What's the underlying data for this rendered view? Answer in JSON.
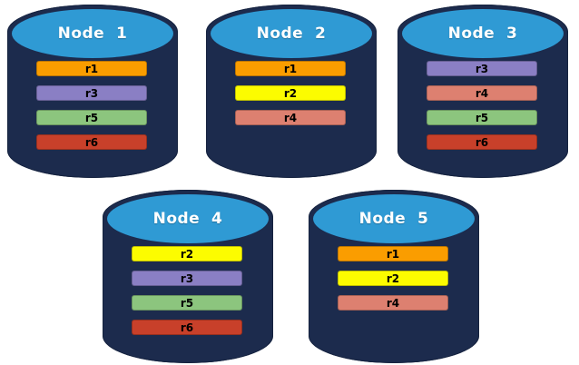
{
  "diagram": {
    "description": "Five database nodes holding replica partitions",
    "colors": {
      "cylinder_body": "#1C2B4D",
      "cylinder_lid": "#2F9AD4",
      "node_label_text": "#FFFFFF",
      "bar_label_text": "#000000",
      "replica_r1": "#FA9D00",
      "replica_r2": "#FCFC00",
      "replica_r3": "#8A7FC4",
      "replica_r4": "#DD8070",
      "replica_r5": "#8CC57E",
      "replica_r6": "#C8402A"
    },
    "nodes": [
      {
        "label": "Node  1",
        "bars": [
          {
            "label": "r1",
            "color": "#FA9D00"
          },
          {
            "label": "r3",
            "color": "#8A7FC4"
          },
          {
            "label": "r5",
            "color": "#8CC57E"
          },
          {
            "label": "r6",
            "color": "#C8402A"
          }
        ]
      },
      {
        "label": "Node  2",
        "bars": [
          {
            "label": "r1",
            "color": "#FA9D00"
          },
          {
            "label": "r2",
            "color": "#FCFC00"
          },
          {
            "label": "r4",
            "color": "#DD8070"
          }
        ]
      },
      {
        "label": "Node  3",
        "bars": [
          {
            "label": "r3",
            "color": "#8A7FC4"
          },
          {
            "label": "r4",
            "color": "#DD8070"
          },
          {
            "label": "r5",
            "color": "#8CC57E"
          },
          {
            "label": "r6",
            "color": "#C8402A"
          }
        ]
      },
      {
        "label": "Node  4",
        "bars": [
          {
            "label": "r2",
            "color": "#FCFC00"
          },
          {
            "label": "r3",
            "color": "#8A7FC4"
          },
          {
            "label": "r5",
            "color": "#8CC57E"
          },
          {
            "label": "r6",
            "color": "#C8402A"
          }
        ]
      },
      {
        "label": "Node  5",
        "bars": [
          {
            "label": "r1",
            "color": "#FA9D00"
          },
          {
            "label": "r2",
            "color": "#FCFC00"
          },
          {
            "label": "r4",
            "color": "#DD8070"
          }
        ]
      }
    ]
  }
}
